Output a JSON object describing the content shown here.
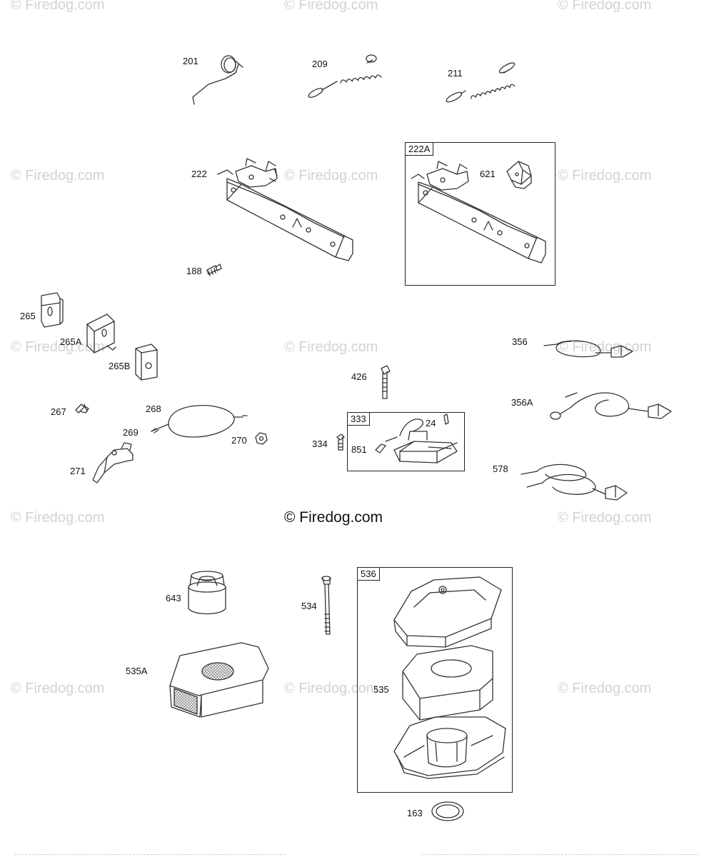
{
  "watermark": "© Firedog.com",
  "center_watermark": "© Firedog.com",
  "labels": {
    "p201": "201",
    "p209": "209",
    "p211": "211",
    "p222": "222",
    "p621": "621",
    "p188": "188",
    "p265": "265",
    "p265a": "265A",
    "p265b": "265B",
    "p356": "356",
    "p356a": "356A",
    "p578": "578",
    "p426": "426",
    "p334": "334",
    "p851": "851",
    "p24": "24",
    "p267": "267",
    "p268": "268",
    "p269": "269",
    "p270": "270",
    "p271": "271",
    "p643": "643",
    "p534": "534",
    "p535a": "535A",
    "p535": "535",
    "p163": "163"
  },
  "boxes": {
    "b222a": "222A",
    "b333": "333",
    "b536": "536"
  },
  "colors": {
    "ink": "#333333",
    "watermark": "#d2d2d2",
    "screen": "#9a9a9a"
  }
}
